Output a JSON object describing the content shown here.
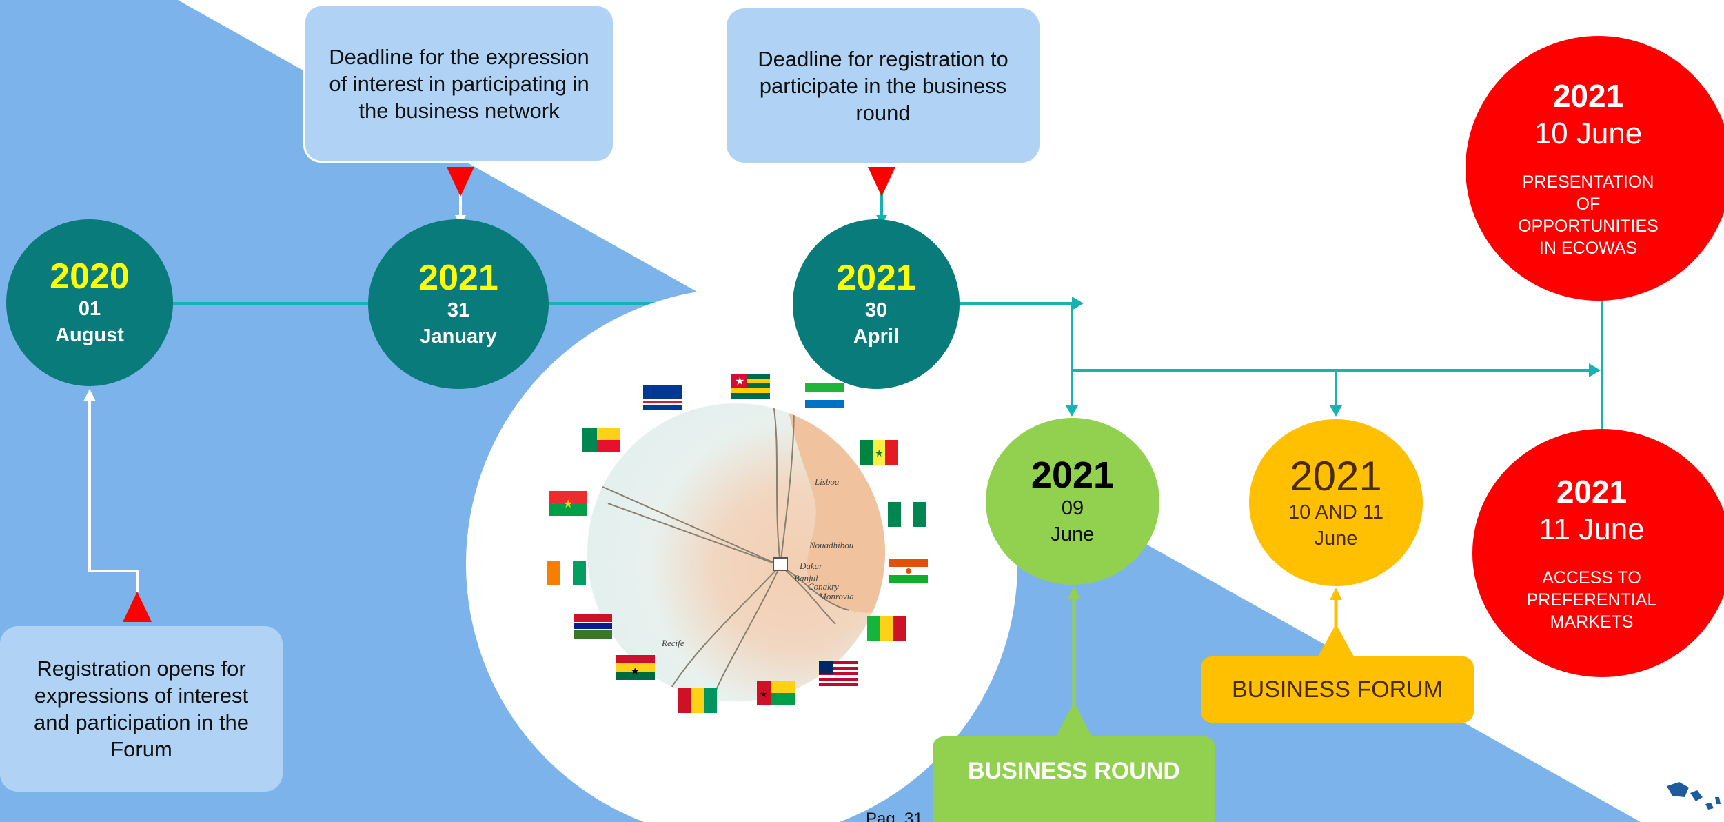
{
  "callouts": {
    "expression_deadline": "Deadline for the expression of interest in participating in the business network",
    "registration_deadline": "Deadline for registration to participate in the business round",
    "registration_opens": "Registration opens for expressions of interest and participation in the Forum"
  },
  "milestones": [
    {
      "year": "2020",
      "day": "01",
      "month": "August"
    },
    {
      "year": "2021",
      "day": "31",
      "month": "January"
    },
    {
      "year": "2021",
      "day": "30",
      "month": "April"
    },
    {
      "year": "2021",
      "day": "09",
      "month": "June"
    },
    {
      "year": "2021",
      "day": "10 AND 11",
      "month": "June"
    }
  ],
  "red_events": [
    {
      "year": "2021",
      "date": "10 June",
      "desc": "PRESENTATION OF OPPORTUNITIES IN ECOWAS"
    },
    {
      "year": "2021",
      "date": "11 June",
      "desc": "ACCESS TO PREFERENTIAL MARKETS"
    }
  ],
  "labels": {
    "business_round": "BUSINESS ROUND",
    "business_forum": "BUSINESS FORUM"
  },
  "map_labels": [
    "Lisboa",
    "Nouadhibou",
    "Dakar",
    "Banjul",
    "Conakry",
    "Monrovia",
    "Recife"
  ],
  "footer": {
    "page": "Pag. 31"
  },
  "colors": {
    "sky": "#7db3eb",
    "teal": "#0a7b7b",
    "green": "#92d050",
    "amber": "#fec000",
    "red": "#fe0000",
    "callout": "#b0d3f5",
    "connector": "#17b3b3"
  },
  "flags": [
    "cape-verde",
    "togo",
    "sierra-leone",
    "senegal",
    "benin",
    "burkina-faso",
    "nigeria",
    "cote-divoire",
    "niger",
    "gambia",
    "mali",
    "ghana",
    "liberia",
    "guinea",
    "guinea-bissau"
  ]
}
